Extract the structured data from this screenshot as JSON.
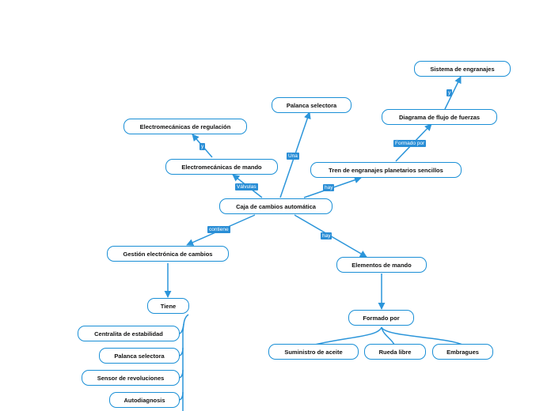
{
  "nodes": {
    "root": "Caja de cambios automática",
    "electromecanicas_regulacion": "Electromecánicas de regulación",
    "electromecanicas_mando": "Electromecánicas de mando",
    "palanca_selectora_top": "Palanca selectora",
    "sistema_engranajes": "Sistema de engranajes",
    "diagrama_flujo": "Diagrama de flujo de fuerzas",
    "tren_engranajes": "Tren de engranajes planetarios sencillos",
    "gestion_electronica": "Gestión electrónica de cambios",
    "elementos_mando": "Elementos de mando",
    "tiene": "Tiene",
    "centralita": "Centralita de estabilidad",
    "palanca_selectora": "Palanca selectora",
    "sensor_revoluciones": "Sensor de revoluciones",
    "autodiagnosis": "Autodiagnosis",
    "formado_por": "Formado por",
    "suministro_aceite": "Suministro de aceite",
    "rueda_libre": "Rueda libre",
    "embragues": "Embragues"
  },
  "labels": {
    "y_left": "y",
    "valvulas": "Válvulas",
    "una": "Una",
    "hay_top": "hay",
    "formado_por_top": "Formado por",
    "y_right": "y",
    "contiene": "contiene",
    "hay_bottom": "hay"
  },
  "colors": {
    "accent": "#2a8ed6",
    "node_border": "#1a8fd6"
  }
}
